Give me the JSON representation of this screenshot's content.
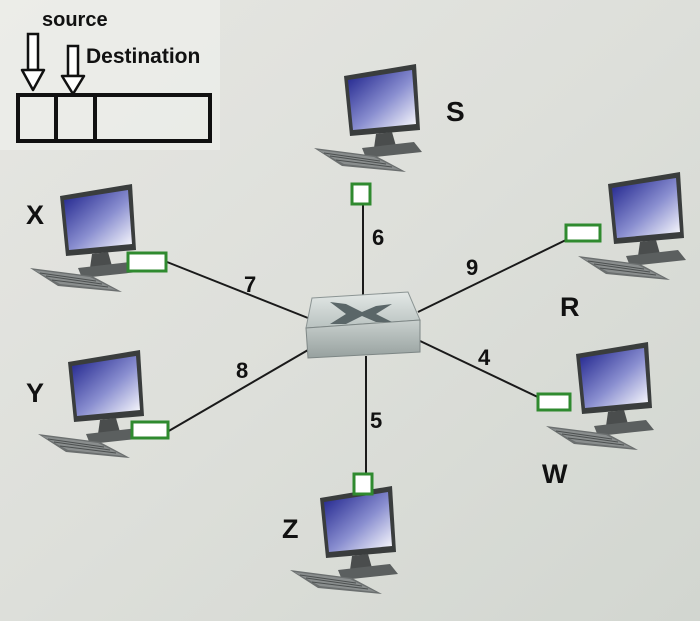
{
  "frame_header": {
    "source_label": "source",
    "destination_label": "Destination"
  },
  "hosts": [
    {
      "id": "S",
      "label": "S"
    },
    {
      "id": "R",
      "label": "R"
    },
    {
      "id": "W",
      "label": "W"
    },
    {
      "id": "Z",
      "label": "Z"
    },
    {
      "id": "Y",
      "label": "Y"
    },
    {
      "id": "X",
      "label": "X"
    }
  ],
  "links": [
    {
      "host": "S",
      "label": "6"
    },
    {
      "host": "R",
      "label": "9"
    },
    {
      "host": "W",
      "label": "4"
    },
    {
      "host": "Z",
      "label": "5"
    },
    {
      "host": "Y",
      "label": "8"
    },
    {
      "host": "X",
      "label": "7"
    }
  ],
  "switch_icon": "switch-x-icon",
  "colors": {
    "adapter": "#2f8a2f",
    "screen_top": "#1b1f8a",
    "screen_bottom": "#ffffff",
    "link_line": "#1a1a1a"
  }
}
